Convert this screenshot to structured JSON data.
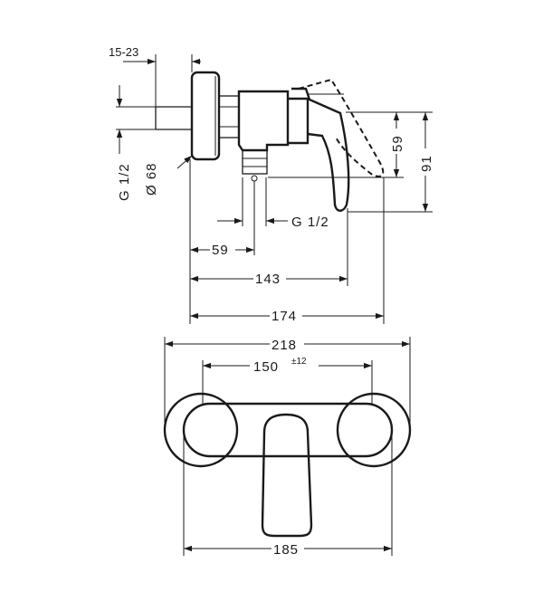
{
  "drawing": {
    "side_view": {
      "dim_offset": "15-23",
      "dim_inlet_thread": "G 1/2",
      "dim_rosette_diameter": "Ø 68",
      "dim_outlet_thread": "G 1/2",
      "dim_handle_height": "59",
      "dim_total_height": "91",
      "dim_outlet_offset": "59",
      "dim_depth_143": "143",
      "dim_depth_174": "174"
    },
    "front_view": {
      "dim_total_width": "218",
      "dim_center_distance": "150",
      "dim_center_tolerance": "±12",
      "dim_bottom_width": "185"
    }
  },
  "colors": {
    "line": "#1a1a1a",
    "background": "#ffffff"
  }
}
